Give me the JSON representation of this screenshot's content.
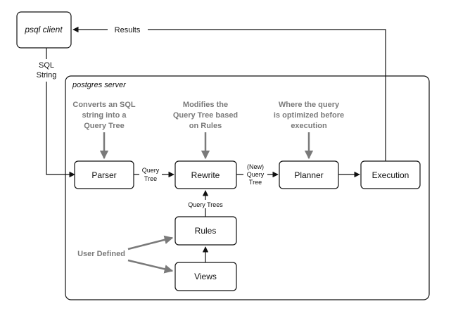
{
  "client": {
    "label": "psql client"
  },
  "results_label": "Results",
  "sql_string_label": [
    "SQL",
    "String"
  ],
  "server": {
    "label": "postgres server"
  },
  "nodes": {
    "parser": "Parser",
    "rewrite": "Rewrite",
    "planner": "Planner",
    "execution": "Execution",
    "rules": "Rules",
    "views": "Views"
  },
  "notes": {
    "parser": [
      "Converts an SQL",
      "string into a",
      "Query Tree"
    ],
    "rewrite": [
      "Modifies the",
      "Query Tree based",
      "on Rules"
    ],
    "planner": [
      "Where the query",
      "is optimized before",
      "execution"
    ]
  },
  "edge_labels": {
    "parser_to_rewrite": [
      "Query",
      "Tree"
    ],
    "rewrite_to_planner": [
      "(New)",
      "Query",
      "Tree"
    ],
    "rules_to_rewrite": "Query Trees"
  },
  "user_defined_label": "User Defined",
  "colors": {
    "line": "#111111",
    "note": "#7a7a7a",
    "box_border": "#111111"
  }
}
